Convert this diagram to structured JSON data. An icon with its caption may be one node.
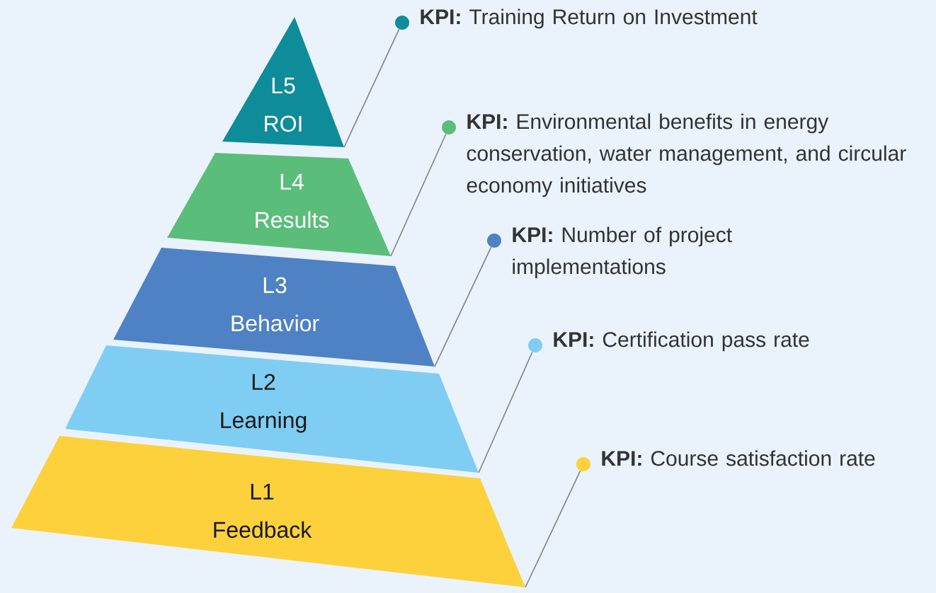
{
  "diagram": {
    "nodes": [
      {
        "text": [
          "L5",
          "ROI"
        ]
      },
      {
        "text": [
          "L4",
          "Results"
        ]
      },
      {
        "text": [
          "L3",
          "Behavior"
        ]
      },
      {
        "text": [
          "L2",
          "Learning"
        ]
      },
      {
        "text": [
          "L1",
          "Feedback"
        ]
      },
      {
        "text": [
          "**KPI:** Training Return on Investment"
        ]
      },
      {
        "text": [
          "**KPI:** Environmental benefits in energy conservation, water management, and circular economy initiatives"
        ]
      },
      {
        "text": [
          "**KPI:** Number of project implementations"
        ]
      },
      {
        "text": [
          "**KPI:** Certification pass rate"
        ]
      },
      {
        "text": [
          "**KPI:** Course satisfaction rate"
        ]
      }
    ],
    "edges": [
      {
        "from": 5,
        "to": 0,
        "arrow": "none"
      },
      {
        "from": 6,
        "to": 1,
        "arrow": "none"
      },
      {
        "from": 7,
        "to": 2,
        "arrow": "none"
      },
      {
        "from": 8,
        "to": 3,
        "arrow": "none"
      },
      {
        "from": 9,
        "to": 4,
        "arrow": "none"
      }
    ]
  }
}
